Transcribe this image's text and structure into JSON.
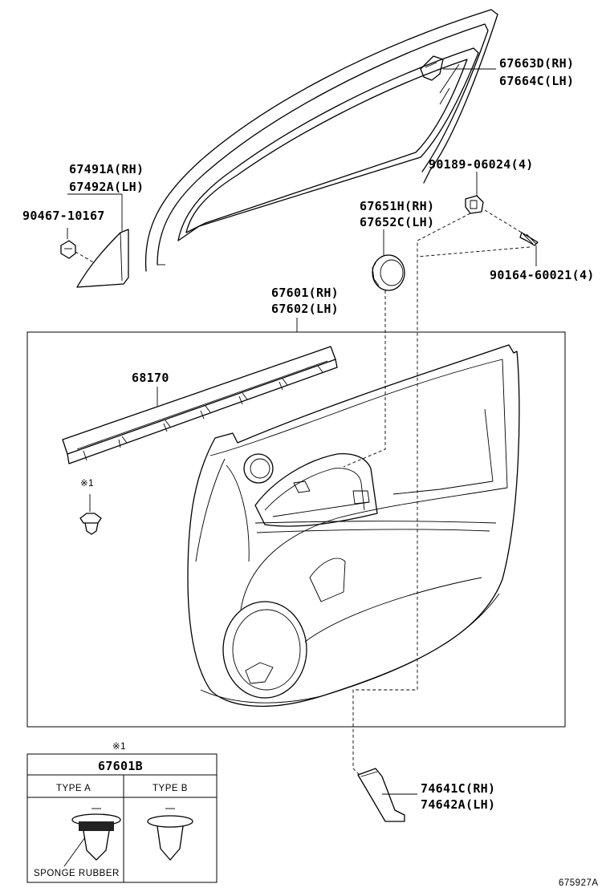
{
  "labels": {
    "p67663d": "67663D(RH)",
    "p67664c": "67664C(LH)",
    "p67491a": "67491A(RH)",
    "p67492a": "67492A(LH)",
    "p90467": "90467-10167",
    "p90189": "90189-06024(4)",
    "p67651h": "67651H(RH)",
    "p67652c": "67652C(LH)",
    "p90164": "90164-60021(4)",
    "p67601": "67601(RH)",
    "p67602": "67602(LH)",
    "p68170": "68170",
    "note_mark": "※1",
    "p74641c": "74641C(RH)",
    "p74642a": "74642A(LH)",
    "drawing_no": "675927A"
  },
  "legend_table": {
    "note_mark": "※1",
    "part_no": "67601B",
    "type_a": "TYPE A",
    "type_b": "TYPE B",
    "sponge_label": "SPONGE RUBBER"
  }
}
